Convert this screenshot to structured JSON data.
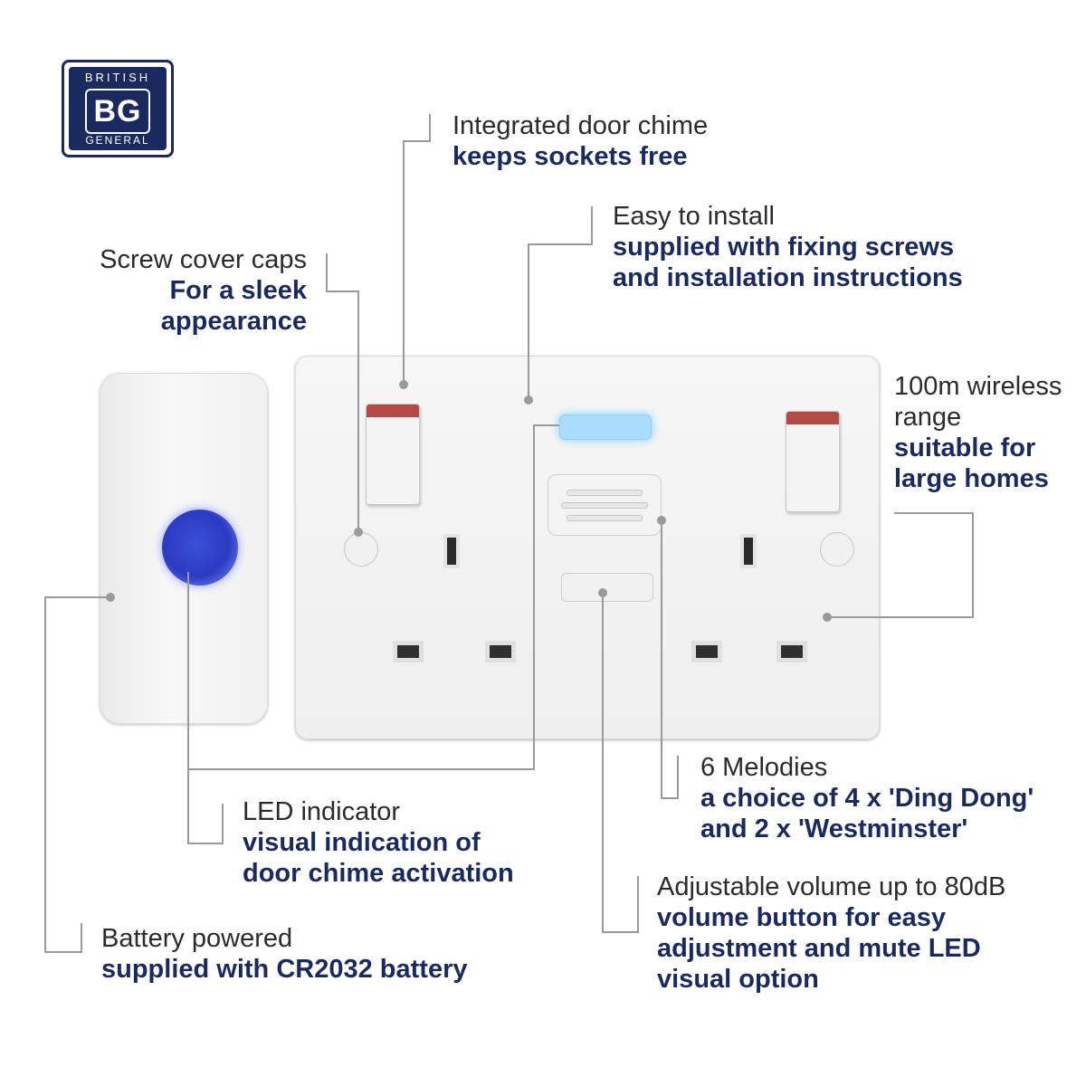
{
  "brand": {
    "top": "BRITISH",
    "mark": "BG",
    "bottom": "GENERAL"
  },
  "features": {
    "chime": {
      "light": "Integrated door chime",
      "bold": "keeps sockets free"
    },
    "install": {
      "light": "Easy to install",
      "bold1": "supplied with fixing screws",
      "bold2": "and installation instructions"
    },
    "screw": {
      "light": "Screw cover caps",
      "bold1": "For a sleek",
      "bold2": "appearance"
    },
    "range": {
      "light1": "100m wireless",
      "light2": "range",
      "bold1": "suitable for",
      "bold2": "large homes"
    },
    "melodies": {
      "light": "6 Melodies",
      "bold1": "a choice of 4 x 'Ding Dong'",
      "bold2": "and 2 x 'Westminster'"
    },
    "led": {
      "light": "LED indicator",
      "bold1": "visual indication of",
      "bold2": "door chime activation"
    },
    "volume": {
      "light": "Adjustable volume up to 80dB",
      "bold1": "volume button for easy",
      "bold2": "adjustment and mute LED",
      "bold3": "visual option"
    },
    "battery": {
      "light": "Battery powered",
      "bold": "supplied with CR2032 battery"
    }
  },
  "colors": {
    "brand_navy": "#1b2a5c",
    "led_blue": "#a9dcff",
    "bell_button_blue": "#2a3bc2",
    "switch_red": "#b44a43",
    "callout_line": "#9a9a9a"
  }
}
